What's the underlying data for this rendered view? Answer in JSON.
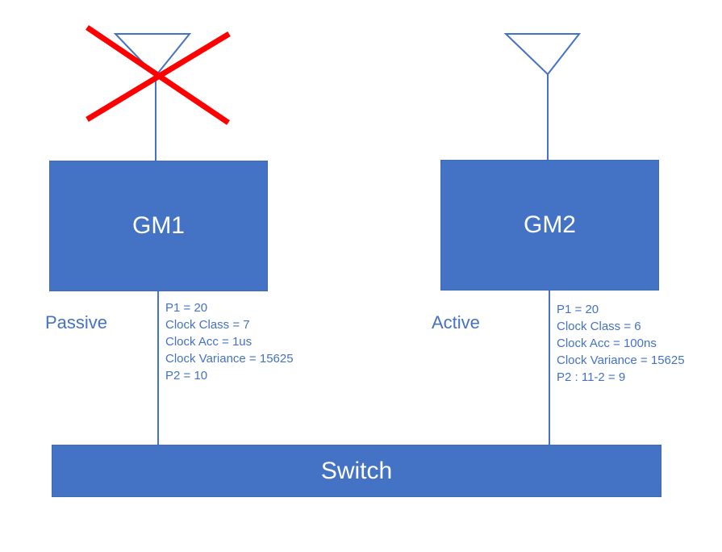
{
  "gm1": {
    "label": "GM1",
    "state": "Passive",
    "antenna_failed": true,
    "info": [
      "P1 = 20",
      "Clock Class = 7",
      "Clock Acc = 1us",
      "Clock Variance = 15625",
      "P2 = 10"
    ]
  },
  "gm2": {
    "label": "GM2",
    "state": "Active",
    "antenna_failed": false,
    "info": [
      "P1 = 20",
      "Clock Class = 6",
      "Clock Acc = 100ns",
      "Clock Variance = 15625",
      "P2 : 11-2 = 9"
    ]
  },
  "switch": {
    "label": "Switch"
  },
  "colors": {
    "box": "#4472C4",
    "text": "#4472C4",
    "cross": "#FF0000"
  }
}
